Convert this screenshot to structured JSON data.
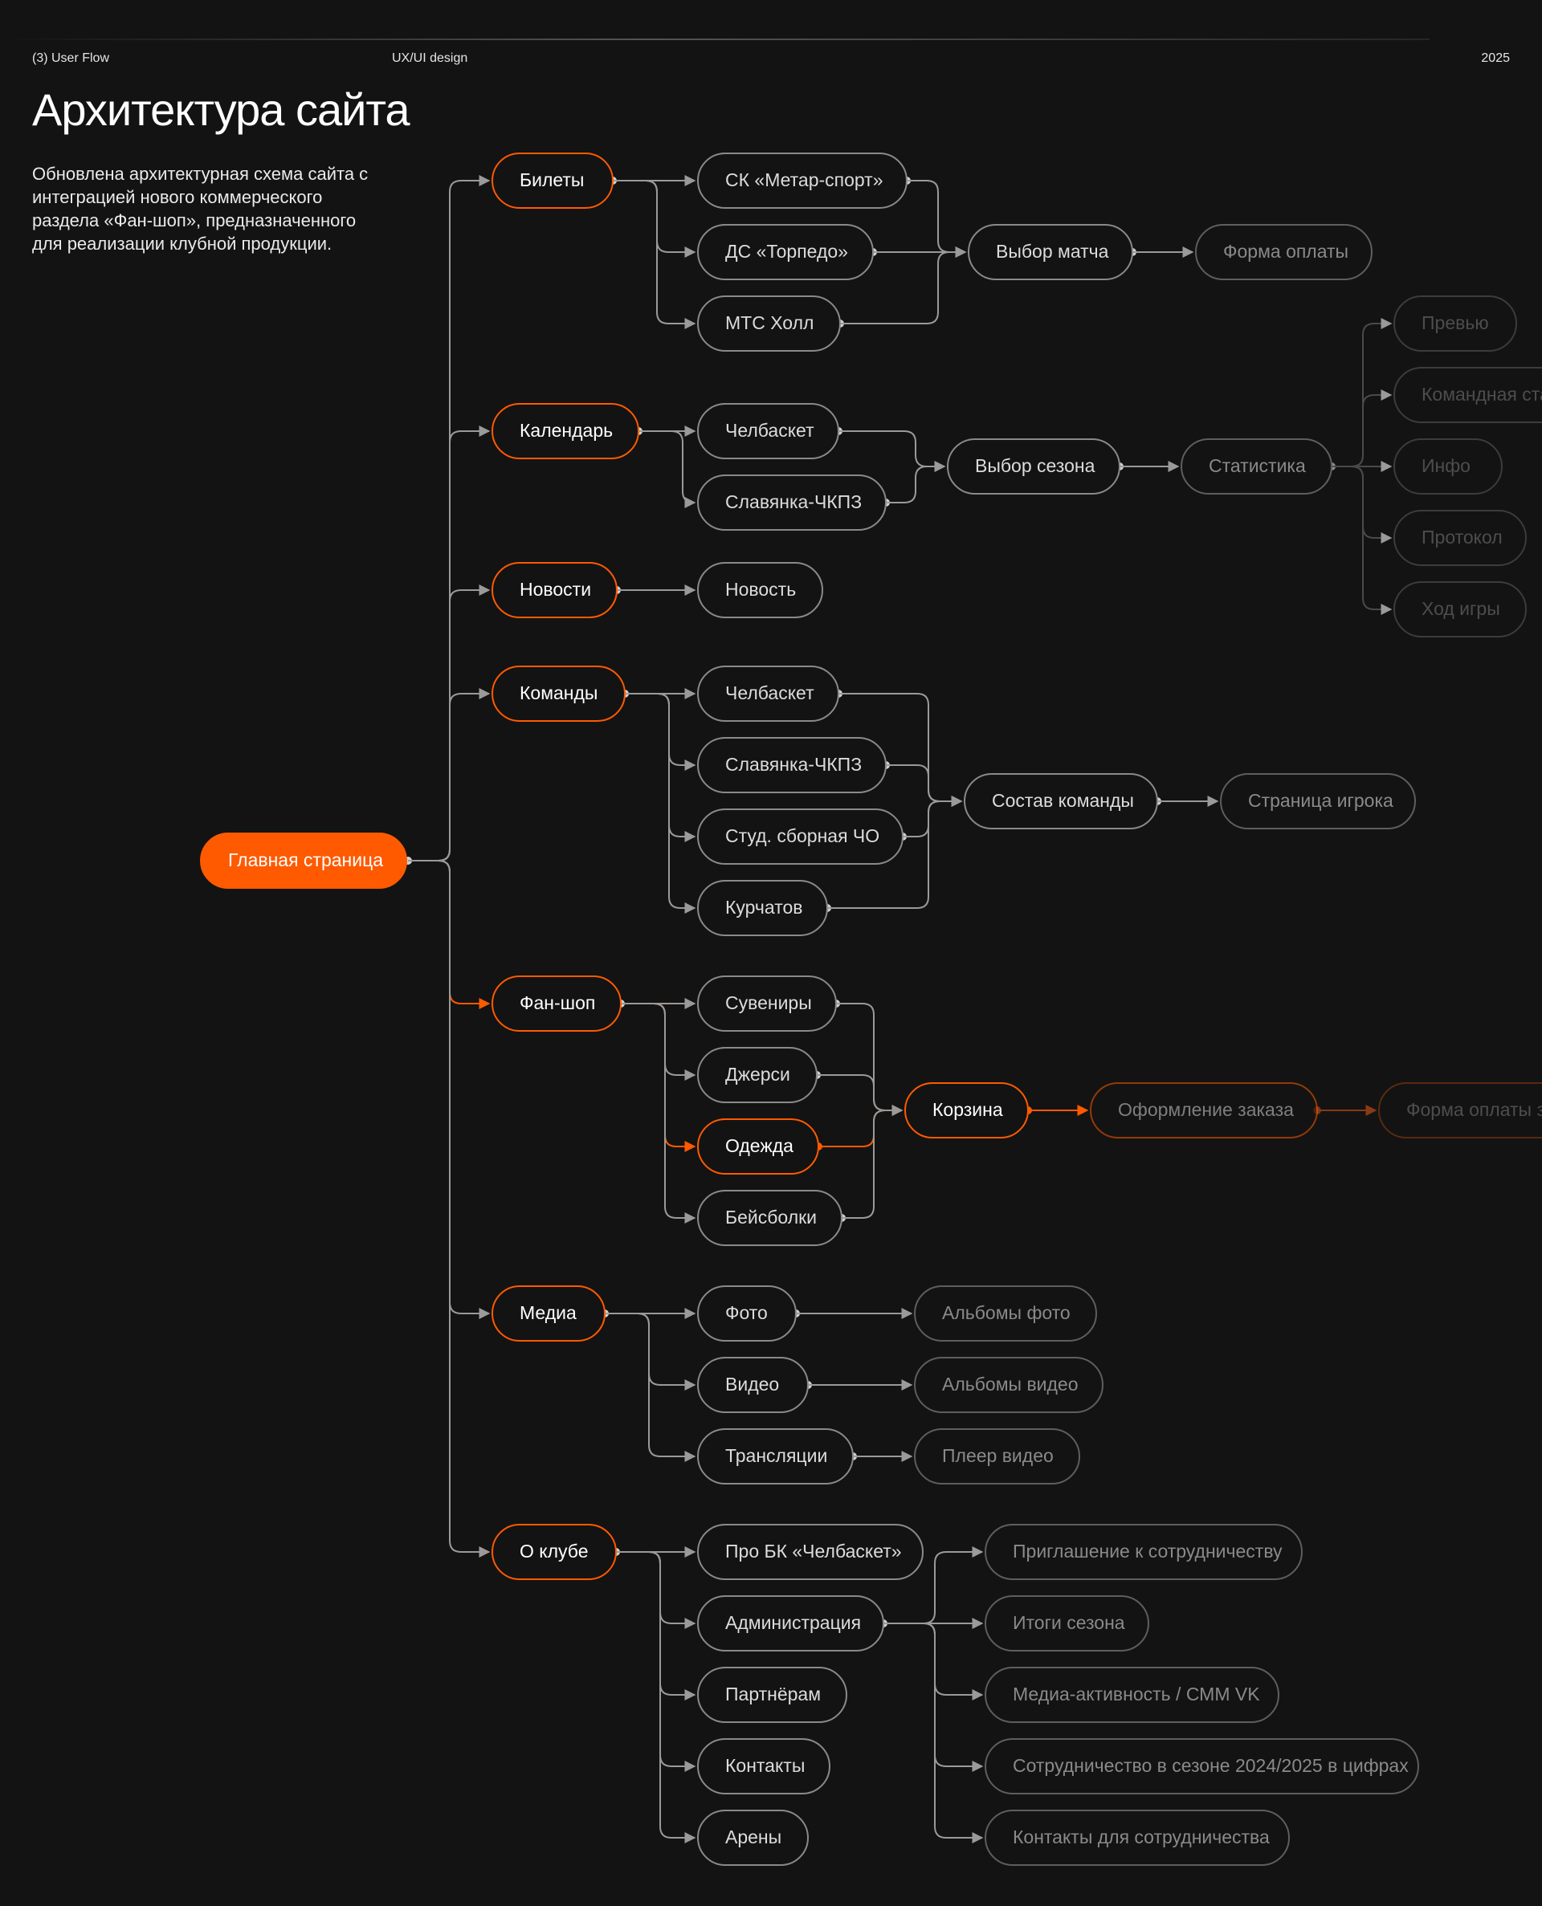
{
  "header": {
    "section": "(3) User Flow",
    "category": "UX/UI design",
    "year": "2025"
  },
  "title": "Архитектура сайта",
  "description": "Обновлена архитектурная схема сайта с интеграцией нового коммерческого раздела «Фан-шоп», предназначенного для реализации клубной продукции.",
  "colors": {
    "background": "#131313",
    "accent": "#ff5a00",
    "node_border": "#8a8a8a",
    "text": "#dcdcdc"
  },
  "diagram": {
    "root": "Главная страница",
    "sections": [
      {
        "label": "Билеты",
        "children": [
          "СК «Метар-спорт»",
          "ДС «Торпедо»",
          "МТС Холл"
        ],
        "next": [
          "Выбор матча",
          "Форма оплаты"
        ]
      },
      {
        "label": "Календарь",
        "children": [
          "Челбаскет",
          "Славянка-ЧКПЗ"
        ],
        "next": [
          "Выбор сезона",
          "Статистика"
        ],
        "stats_children": [
          "Превью",
          "Командная ста",
          "Инфо",
          "Протокол",
          "Ход игры"
        ]
      },
      {
        "label": "Новости",
        "children": [
          "Новость"
        ]
      },
      {
        "label": "Команды",
        "children": [
          "Челбаскет",
          "Славянка-ЧКПЗ",
          "Студ. сборная ЧО",
          "Курчатов"
        ],
        "next": [
          "Состав команды",
          "Страница игрока"
        ]
      },
      {
        "label": "Фан-шоп",
        "children": [
          "Сувениры",
          "Джерси",
          "Одежда",
          "Бейсболки"
        ],
        "next": [
          "Корзина",
          "Оформление заказа",
          "Форма оплаты з"
        ]
      },
      {
        "label": "Медиа",
        "children": [
          "Фото",
          "Видео",
          "Трансляции"
        ],
        "next": [
          "Альбомы фото",
          "Альбомы видео",
          "Плеер видео"
        ]
      },
      {
        "label": "О клубе",
        "children": [
          "Про БК «Челбаскет»",
          "Администрация",
          "Партнёрам",
          "Контакты",
          "Арены"
        ],
        "admin_children": [
          "Приглашение к сотрудничеству",
          "Итоги сезона",
          "Медиа-активность / СММ VK",
          "Сотрудничество в сезоне 2024/2025 в цифрах",
          "Контакты для сотрудничества"
        ]
      }
    ]
  }
}
